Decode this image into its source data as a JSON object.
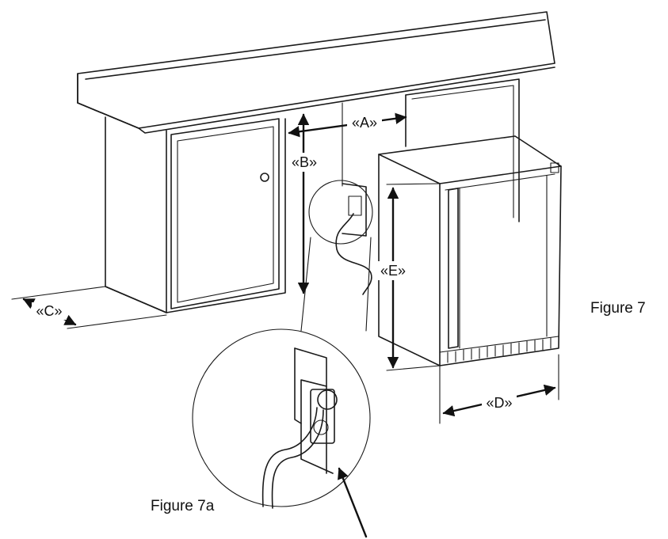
{
  "dimensions": {
    "a": "«A»",
    "b": "«B»",
    "c": "«C»",
    "d": "«D»",
    "e": "«E»"
  },
  "captions": {
    "figure_main": "Figure 7",
    "figure_detail": "Figure 7a"
  },
  "colors": {
    "line": "#1a1a1a",
    "background": "#ffffff"
  }
}
